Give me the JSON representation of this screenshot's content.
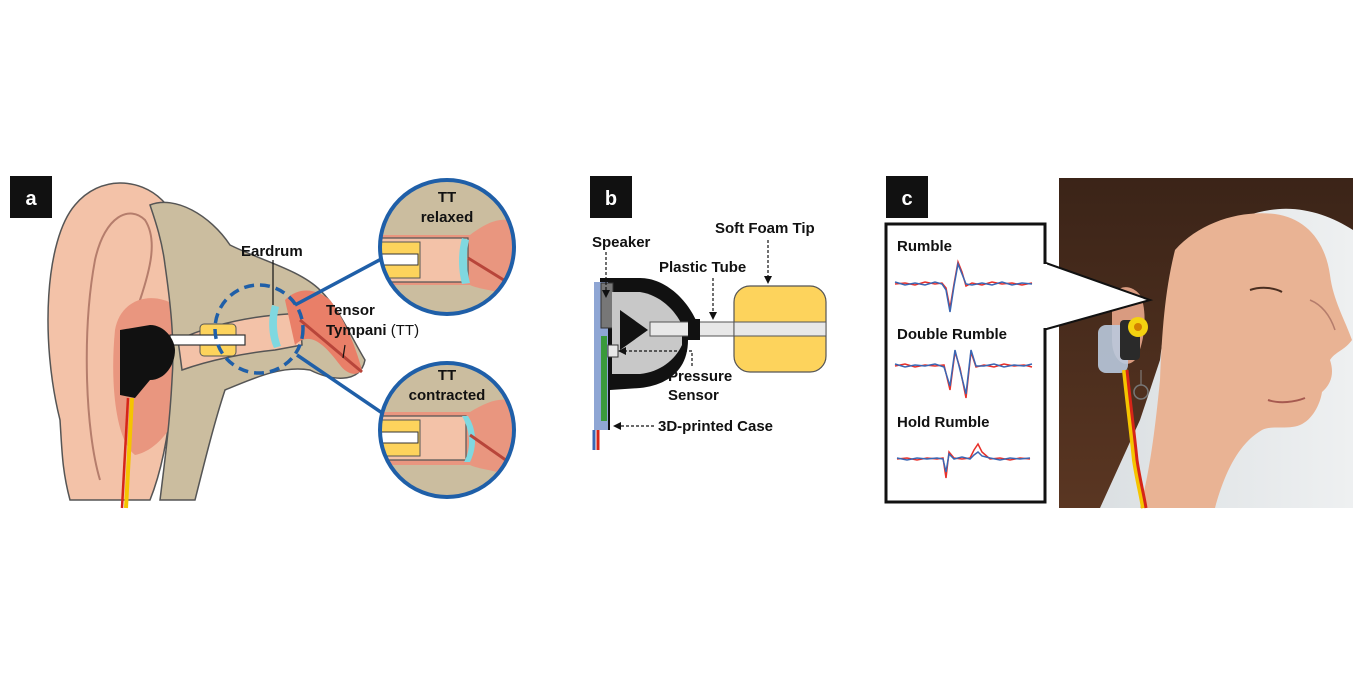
{
  "panels": {
    "a": {
      "letter": "a",
      "eardrum": "Eardrum",
      "tensor_line1": "Tensor",
      "tensor_line2_bold": "Tympani",
      "tensor_line2_normal": " (TT)",
      "relaxed_line1": "TT",
      "relaxed_line2": "relaxed",
      "contracted_line1": "TT",
      "contracted_line2": "contracted"
    },
    "b": {
      "letter": "b",
      "speaker": "Speaker",
      "soft_foam_tip": "Soft Foam Tip",
      "plastic_tube": "Plastic Tube",
      "pressure_line1": "Pressure",
      "pressure_line2": "Sensor",
      "case": "3D-printed Case"
    },
    "c": {
      "letter": "c",
      "rumble": "Rumble",
      "double_rumble": "Double Rumble",
      "hold_rumble": "Hold Rumble"
    }
  },
  "colors": {
    "skin_outer": "#f3c2a8",
    "skin_inner": "#e9967f",
    "tissue": "#cbbd9f",
    "canal_highlight": "#e97f68",
    "foam_yellow": "#fdd35c",
    "eardrum_cyan": "#7fd8e0",
    "circle_blue": "#1f5fa8",
    "signal_red": "#e8302a",
    "signal_blue": "#3a66b3",
    "label_bg": "#111111"
  }
}
